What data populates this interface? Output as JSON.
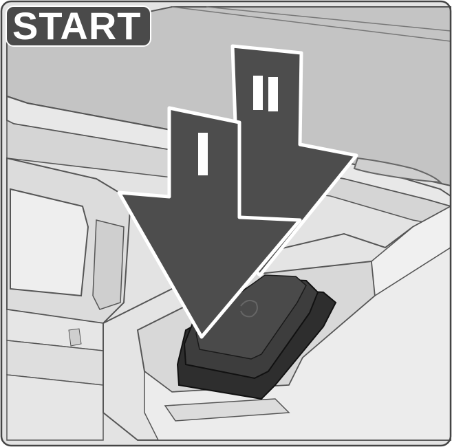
{
  "badge": {
    "label": "START"
  },
  "steps": [
    {
      "label": "I"
    },
    {
      "label": "II"
    }
  ],
  "colors": {
    "badge_background": "#4a4a4a",
    "arrow_fill": "#4d4d4d",
    "arrow_outline": "#ffffff",
    "panel": "#d2d2d2",
    "panel_dark": "#b8b8b8",
    "button": "#3a3a3a",
    "line": "#666666"
  }
}
